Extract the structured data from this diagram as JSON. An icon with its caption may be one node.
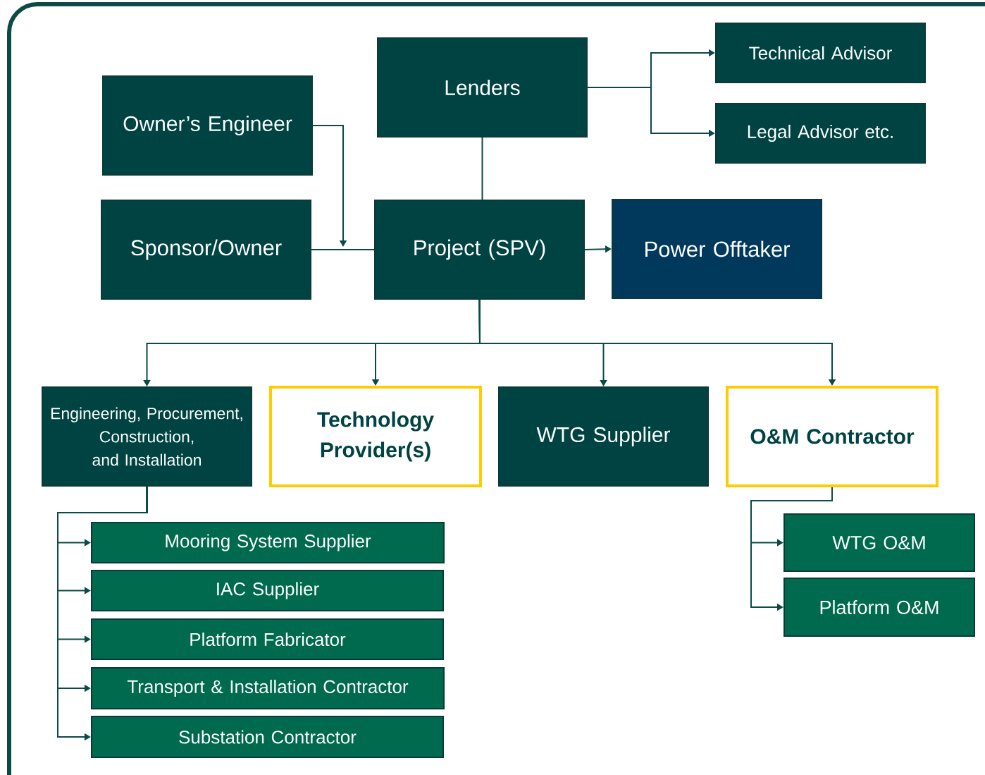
{
  "diagram": {
    "nodes": [
      {
        "text": [
          "Lenders"
        ]
      },
      {
        "text": [
          "Technical Advisor"
        ]
      },
      {
        "text": [
          "Legal Advisor etc."
        ]
      },
      {
        "text": [
          "Owner’s Engineer"
        ]
      },
      {
        "text": [
          "Sponsor/Owner"
        ]
      },
      {
        "text": [
          "Project (SPV)"
        ]
      },
      {
        "text": [
          "Power Offtaker"
        ]
      },
      {
        "text": [
          "Engineering, Procurement, Construction, and Installation"
        ]
      },
      {
        "text": [
          "Technology Provider(s)"
        ]
      },
      {
        "text": [
          "WTG Supplier"
        ]
      },
      {
        "text": [
          "O&M Contractor"
        ]
      },
      {
        "text": [
          "Mooring System Supplier"
        ]
      },
      {
        "text": [
          "IAC Supplier"
        ]
      },
      {
        "text": [
          "Platform Fabricator"
        ]
      },
      {
        "text": [
          "Transport & Installation Contractor"
        ]
      },
      {
        "text": [
          "Substation Contractor"
        ]
      },
      {
        "text": [
          "WTG O&M"
        ]
      },
      {
        "text": [
          "Platform O&M"
        ]
      }
    ],
    "edges": [
      {
        "from": 0,
        "to": 1,
        "arrow": "to"
      },
      {
        "from": 0,
        "to": 2,
        "arrow": "to"
      },
      {
        "from": 0,
        "to": 5,
        "arrow": "none"
      },
      {
        "from": 3,
        "to": null,
        "arrow": "to"
      },
      {
        "from": 4,
        "to": 5,
        "arrow": "none"
      },
      {
        "from": 5,
        "to": 6,
        "arrow": "to"
      },
      {
        "from": 5,
        "to": 7,
        "arrow": "to"
      },
      {
        "from": 5,
        "to": 8,
        "arrow": "to"
      },
      {
        "from": 5,
        "to": 9,
        "arrow": "to"
      },
      {
        "from": 5,
        "to": 10,
        "arrow": "to"
      },
      {
        "from": 7,
        "to": 11,
        "arrow": "to"
      },
      {
        "from": 7,
        "to": 12,
        "arrow": "to"
      },
      {
        "from": 7,
        "to": 13,
        "arrow": "to"
      },
      {
        "from": 7,
        "to": 14,
        "arrow": "to"
      },
      {
        "from": 7,
        "to": 15,
        "arrow": "to"
      },
      {
        "from": 10,
        "to": 16,
        "arrow": "to"
      },
      {
        "from": 10,
        "to": 17,
        "arrow": "to"
      }
    ]
  }
}
